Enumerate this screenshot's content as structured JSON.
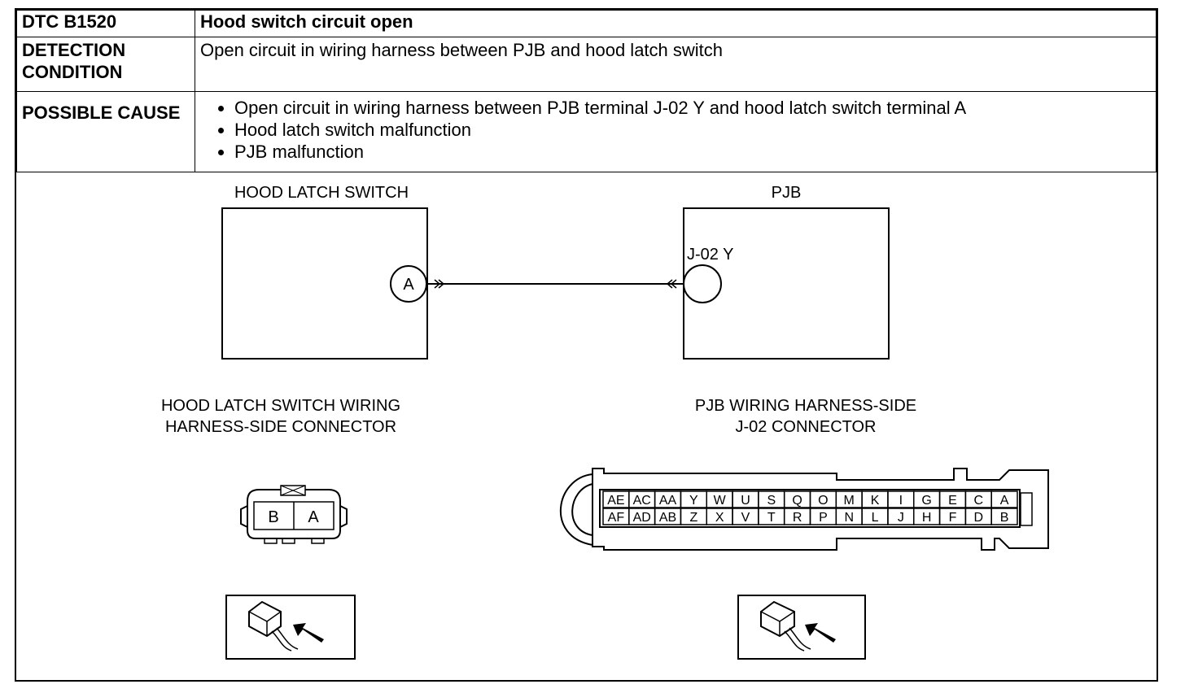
{
  "table": {
    "dtc_label": "DTC B1520",
    "dtc_title": "Hood switch circuit open",
    "detection_label": "DETECTION CONDITION",
    "detection_text": "Open circuit in wiring harness between PJB and hood latch switch",
    "cause_label": "POSSIBLE CAUSE",
    "causes": [
      "Open circuit in wiring harness between PJB terminal J-02 Y and hood latch switch terminal A",
      "Hood latch switch malfunction",
      "PJB malfunction"
    ]
  },
  "diagram": {
    "switch_title": "HOOD LATCH SWITCH",
    "switch_terminal": "A",
    "pjb_title": "PJB",
    "pjb_terminal_label": "J-02 Y",
    "switch_connector_title_1": "HOOD LATCH SWITCH WIRING",
    "switch_connector_title_2": "HARNESS-SIDE CONNECTOR",
    "pjb_connector_title_1": "PJB WIRING HARNESS-SIDE",
    "pjb_connector_title_2": "J-02 CONNECTOR",
    "switch_connector_pins": [
      "B",
      "A"
    ],
    "pjb_pins_top": [
      "AE",
      "AC",
      "AA",
      "Y",
      "W",
      "U",
      "S",
      "Q",
      "O",
      "M",
      "K",
      "I",
      "G",
      "E",
      "C",
      "A"
    ],
    "pjb_pins_bottom": [
      "AF",
      "AD",
      "AB",
      "Z",
      "X",
      "V",
      "T",
      "R",
      "P",
      "N",
      "L",
      "J",
      "H",
      "F",
      "D",
      "B"
    ]
  }
}
